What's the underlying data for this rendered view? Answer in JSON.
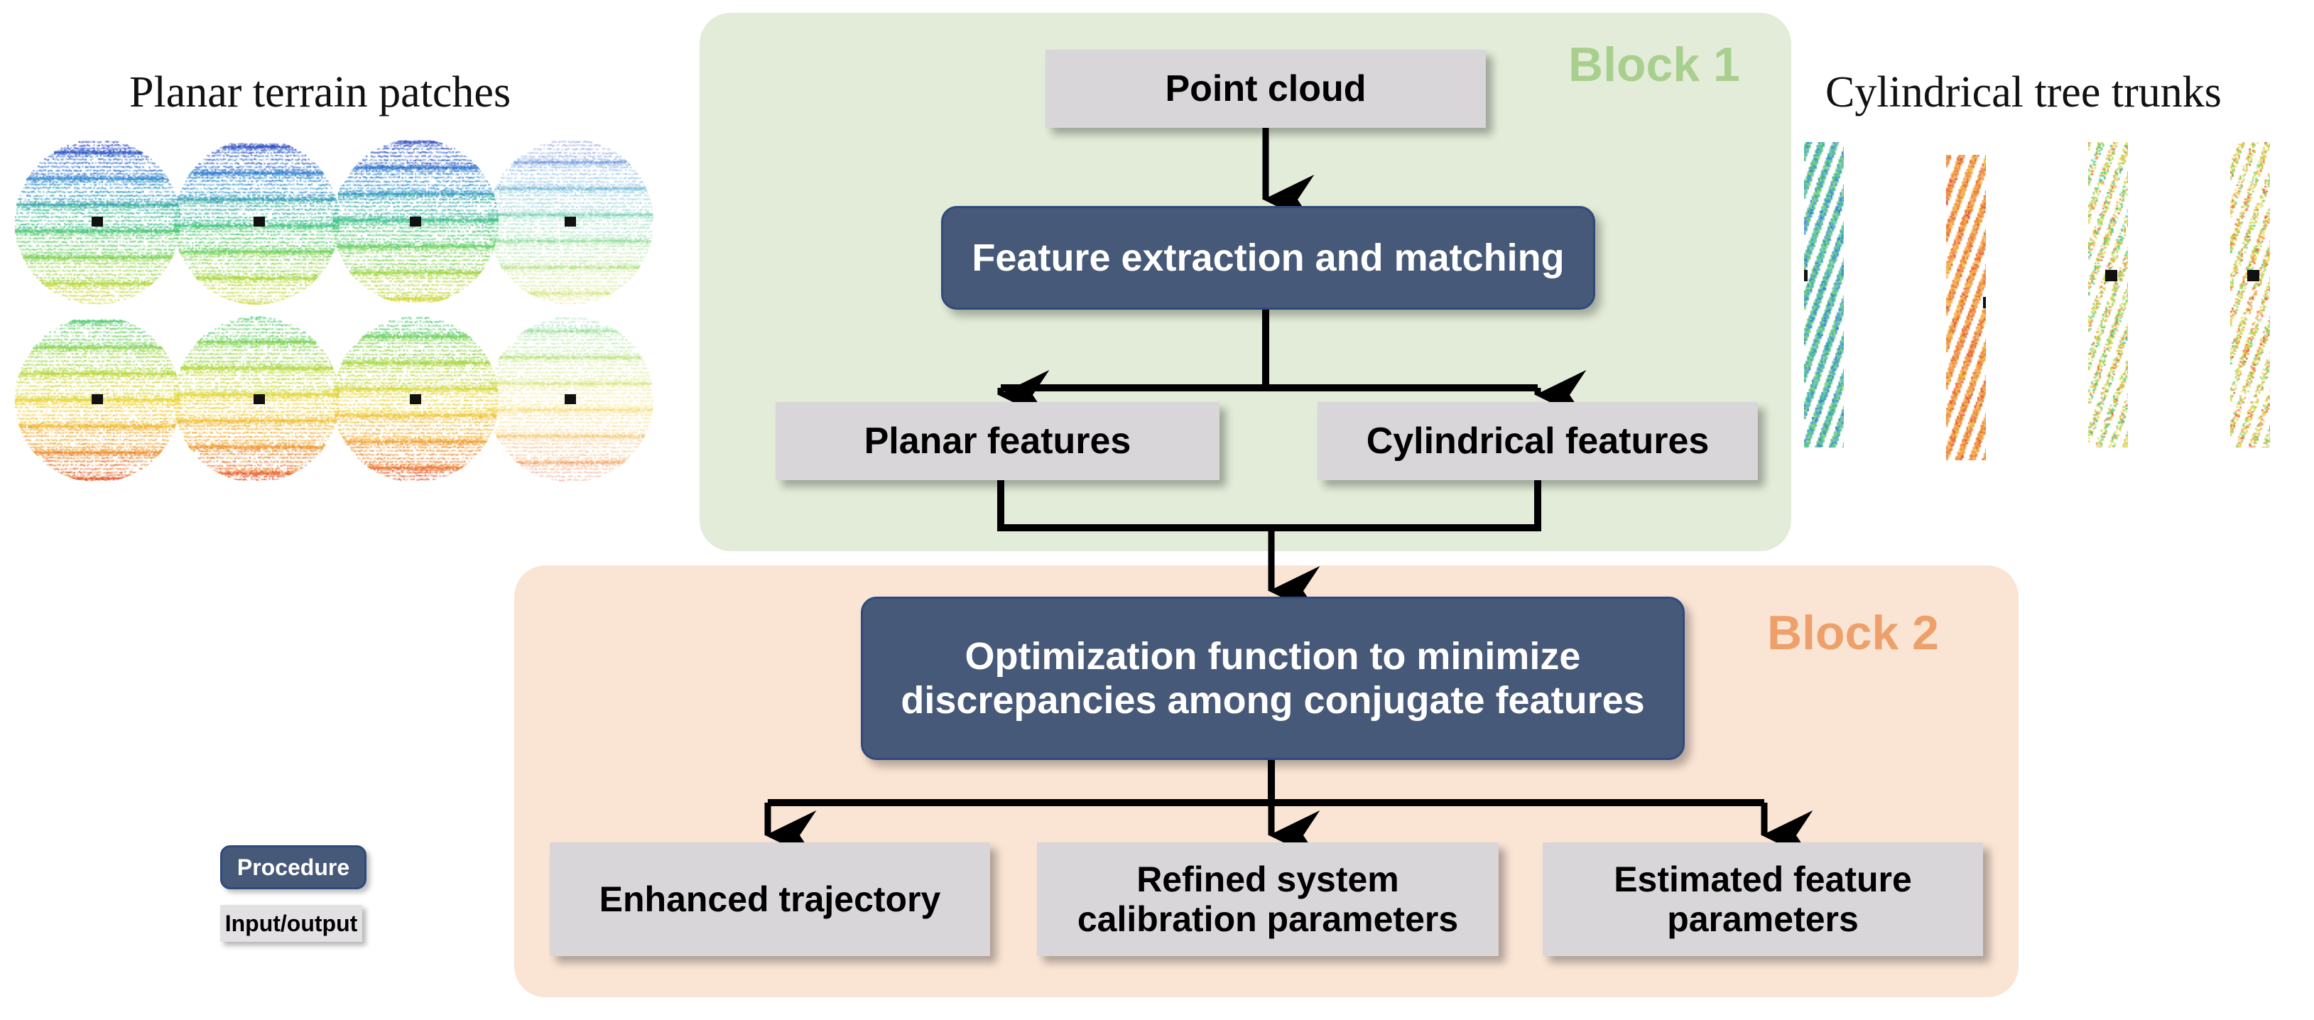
{
  "titles": {
    "left": "Planar terrain patches",
    "right": "Cylindrical  tree trunks"
  },
  "blocks": {
    "block1": {
      "label": "Block 1",
      "color": "#a9cf8e",
      "panel_color": "#e2ecd8"
    },
    "block2": {
      "label": "Block 2",
      "color": "#eda06a",
      "panel_color": "#fae4d4"
    }
  },
  "flow": {
    "point_cloud": "Point cloud",
    "feature_extraction": "Feature extraction and matching",
    "planar_features": "Planar features",
    "cylindrical_features": "Cylindrical features",
    "optimization_line1": "Optimization function to minimize",
    "optimization_line2": "discrepancies among conjugate features",
    "enhanced_trajectory": "Enhanced trajectory",
    "refined_calibration_line1": "Refined system",
    "refined_calibration_line2": "calibration parameters",
    "estimated_feature_line1": "Estimated feature",
    "estimated_feature_line2": "parameters"
  },
  "legend": {
    "procedure": "Procedure",
    "input_output": "Input/output",
    "procedure_color": "#475978",
    "io_color": "#d9d6da"
  },
  "artwork": {
    "patches_count": 8,
    "trunks_count": 4,
    "patch_top_row_gradient": "blue-green-yellow",
    "patch_bottom_row_gradient": "green-yellow-red",
    "trunk_colors": [
      "green-blue",
      "red-yellow",
      "green-yellow-blue",
      "yellow-red-blue"
    ]
  }
}
